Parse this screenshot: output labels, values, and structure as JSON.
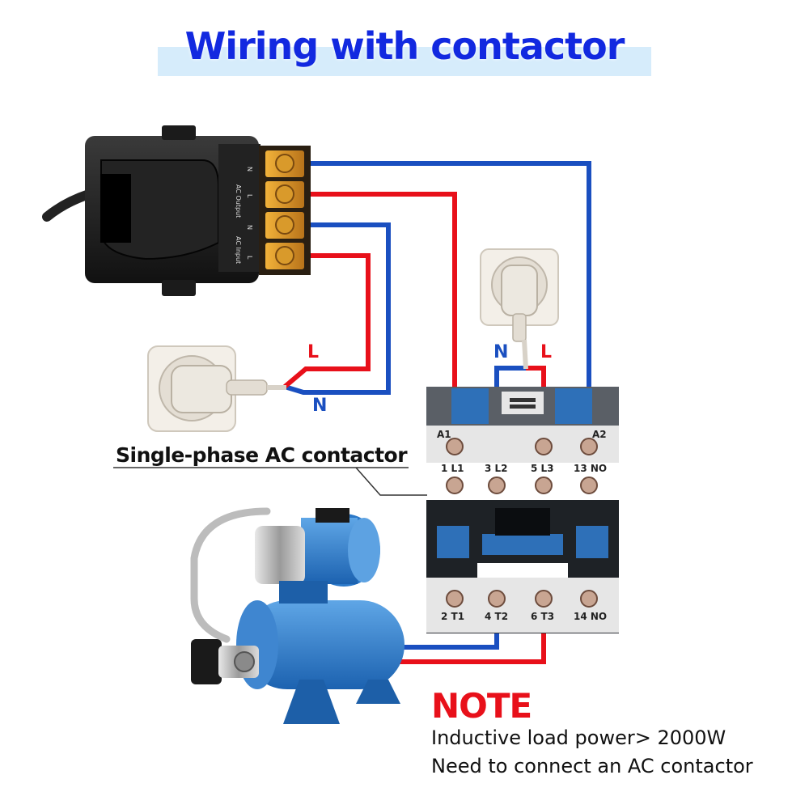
{
  "title": "Wiring with contactor",
  "contactor_label": "Single-phase AC contactor",
  "plug_left": {
    "live": "L",
    "neutral": "N"
  },
  "plug_right": {
    "neutral": "N",
    "live": "L"
  },
  "receiver_terminals": {
    "output_group": "AC Output",
    "input_group": "AC Input",
    "output_pins": [
      "N",
      "L"
    ],
    "input_pins": [
      "N",
      "L"
    ]
  },
  "contactor": {
    "coil_left": "A1",
    "coil_right": "A2",
    "top_terminals": [
      "1 L1",
      "3 L2",
      "5 L3",
      "13 NO"
    ],
    "bottom_terminals": [
      "2 T1",
      "4 T2",
      "6 T3",
      "14 NO"
    ]
  },
  "note": {
    "title": "NOTE",
    "line1": "Inductive load power> 2000W",
    "line2": "Need to connect an AC contactor"
  },
  "colors": {
    "live_wire": "#e8101a",
    "neutral_wire": "#1a4fc0",
    "title": "#1229e0"
  }
}
